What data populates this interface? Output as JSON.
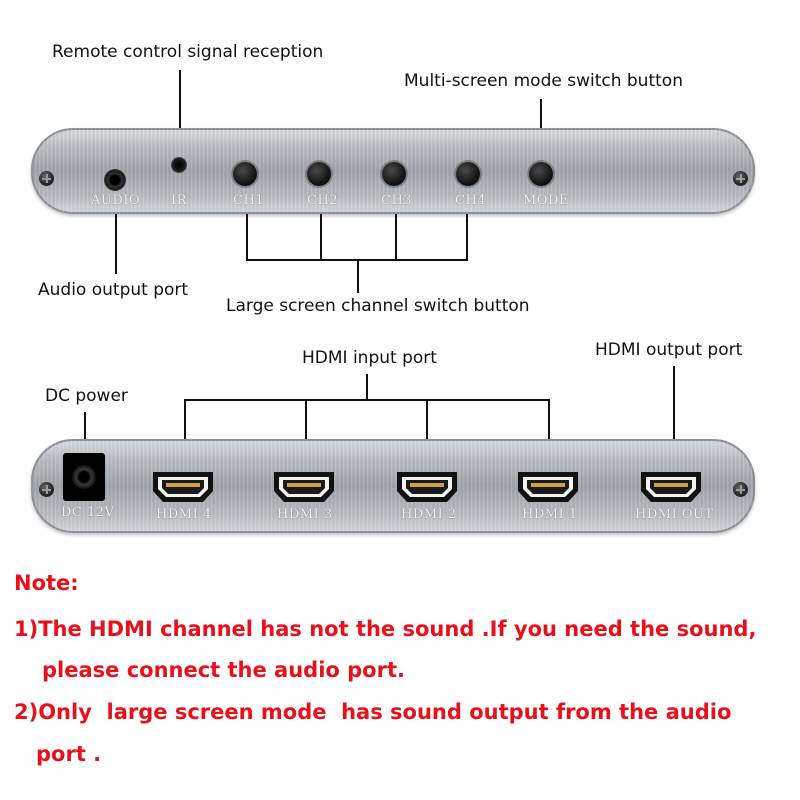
{
  "top_callouts": {
    "remote_signal": "Remote control signal reception",
    "mode_switch": "Multi-screen mode switch button",
    "audio_output": "Audio output port",
    "channel_switch": "Large screen channel switch button"
  },
  "front_panel": {
    "labels": {
      "audio": "AUDIO",
      "ir": "IR",
      "ch1": "CH1",
      "ch2": "CH2",
      "ch3": "CH3",
      "ch4": "CH4",
      "mode": "MODE"
    }
  },
  "bottom_callouts": {
    "hdmi_input": "HDMI input port",
    "hdmi_output": "HDMI output port",
    "dc_power": "DC power"
  },
  "rear_panel": {
    "labels": {
      "dc": "DC 12V",
      "hdmi4": "HDMI 4",
      "hdmi3": "HDMI 3",
      "hdmi2": "HDMI 2",
      "hdmi1": "HDMI 1",
      "hdmi_out": "HDMI OUT"
    }
  },
  "notes": {
    "title": "Note:",
    "line1": "1)The HDMI channel has not the sound .If you need the sound,",
    "line2": "please connect the audio port.",
    "line3": "2)Only  large screen mode  has sound output from the audio",
    "line4": "port ."
  },
  "colors": {
    "note_red": "#e8101a",
    "panel_silver": "#b9bcc0"
  }
}
